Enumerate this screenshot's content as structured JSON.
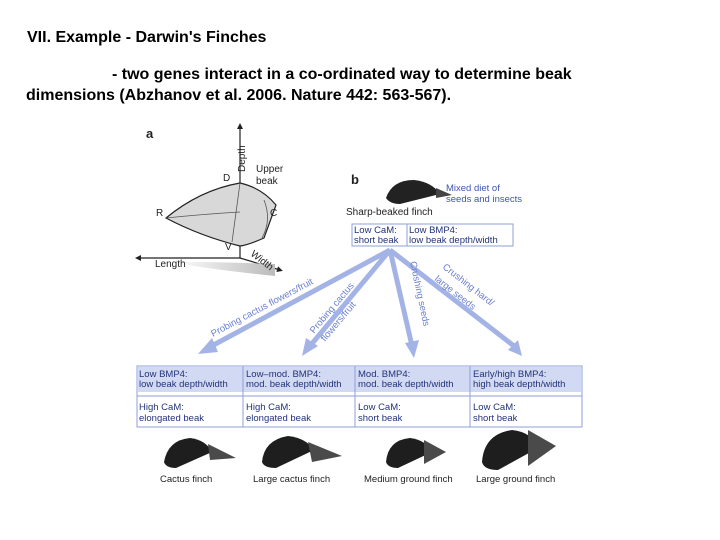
{
  "slide": {
    "title": "VII. Example - Darwin's Finches",
    "subtitle_line1": "- two genes interact in a co-ordinated way to determine beak",
    "subtitle_line2": "dimensions (Abzhanov et al. 2006. Nature 442: 563-567)."
  },
  "panel_a": {
    "letter": "a",
    "axis_depth": "Depth",
    "axis_length": "Length",
    "axis_width": "Width",
    "point_d": "D",
    "point_r": "R",
    "point_c": "C",
    "point_v": "V",
    "upper_beak_line1": "Upper",
    "upper_beak_line2": "beak"
  },
  "panel_b": {
    "letter": "b",
    "ancestor_label": "Sharp-beaked finch",
    "diet_line1": "Mixed diet of",
    "diet_line2": "seeds and insects",
    "ancestor_cam_line1": "Low CaM:",
    "ancestor_cam_line2": "short beak",
    "ancestor_bmp_line1": "Low BMP4:",
    "ancestor_bmp_line2": "low beak depth/width",
    "arrow_labels": {
      "probing_flowers": "Probing cactus flowers/fruit",
      "probing_cactus_line1": "Probing cactus",
      "probing_cactus_line2": "flowers/fruit",
      "crushing_seeds": "Crushing seeds",
      "crushing_hard_line1": "Crushing hard/",
      "crushing_hard_line2": "large seeds"
    },
    "table": [
      {
        "bmp_line1": "Low BMP4:",
        "bmp_line2": "low beak depth/width",
        "cam_line1": "High CaM:",
        "cam_line2": "elongated beak",
        "finch": "Cactus finch"
      },
      {
        "bmp_line1": "Low–mod. BMP4:",
        "bmp_line2": "mod. beak depth/width",
        "cam_line1": "High CaM:",
        "cam_line2": "elongated beak",
        "finch": "Large cactus finch"
      },
      {
        "bmp_line1": "Mod. BMP4:",
        "bmp_line2": "mod. beak depth/width",
        "cam_line1": "Low CaM:",
        "cam_line2": "short beak",
        "finch": "Medium ground finch"
      },
      {
        "bmp_line1": "Early/high BMP4:",
        "bmp_line2": "high beak depth/width",
        "cam_line1": "Low CaM:",
        "cam_line2": "short beak",
        "finch": "Large ground finch"
      }
    ]
  },
  "colors": {
    "arrow": "#a4b3e6",
    "table_header": "#d2d9f2",
    "table_border": "#8da0d8",
    "beak_fill": "#dcdcdc"
  }
}
